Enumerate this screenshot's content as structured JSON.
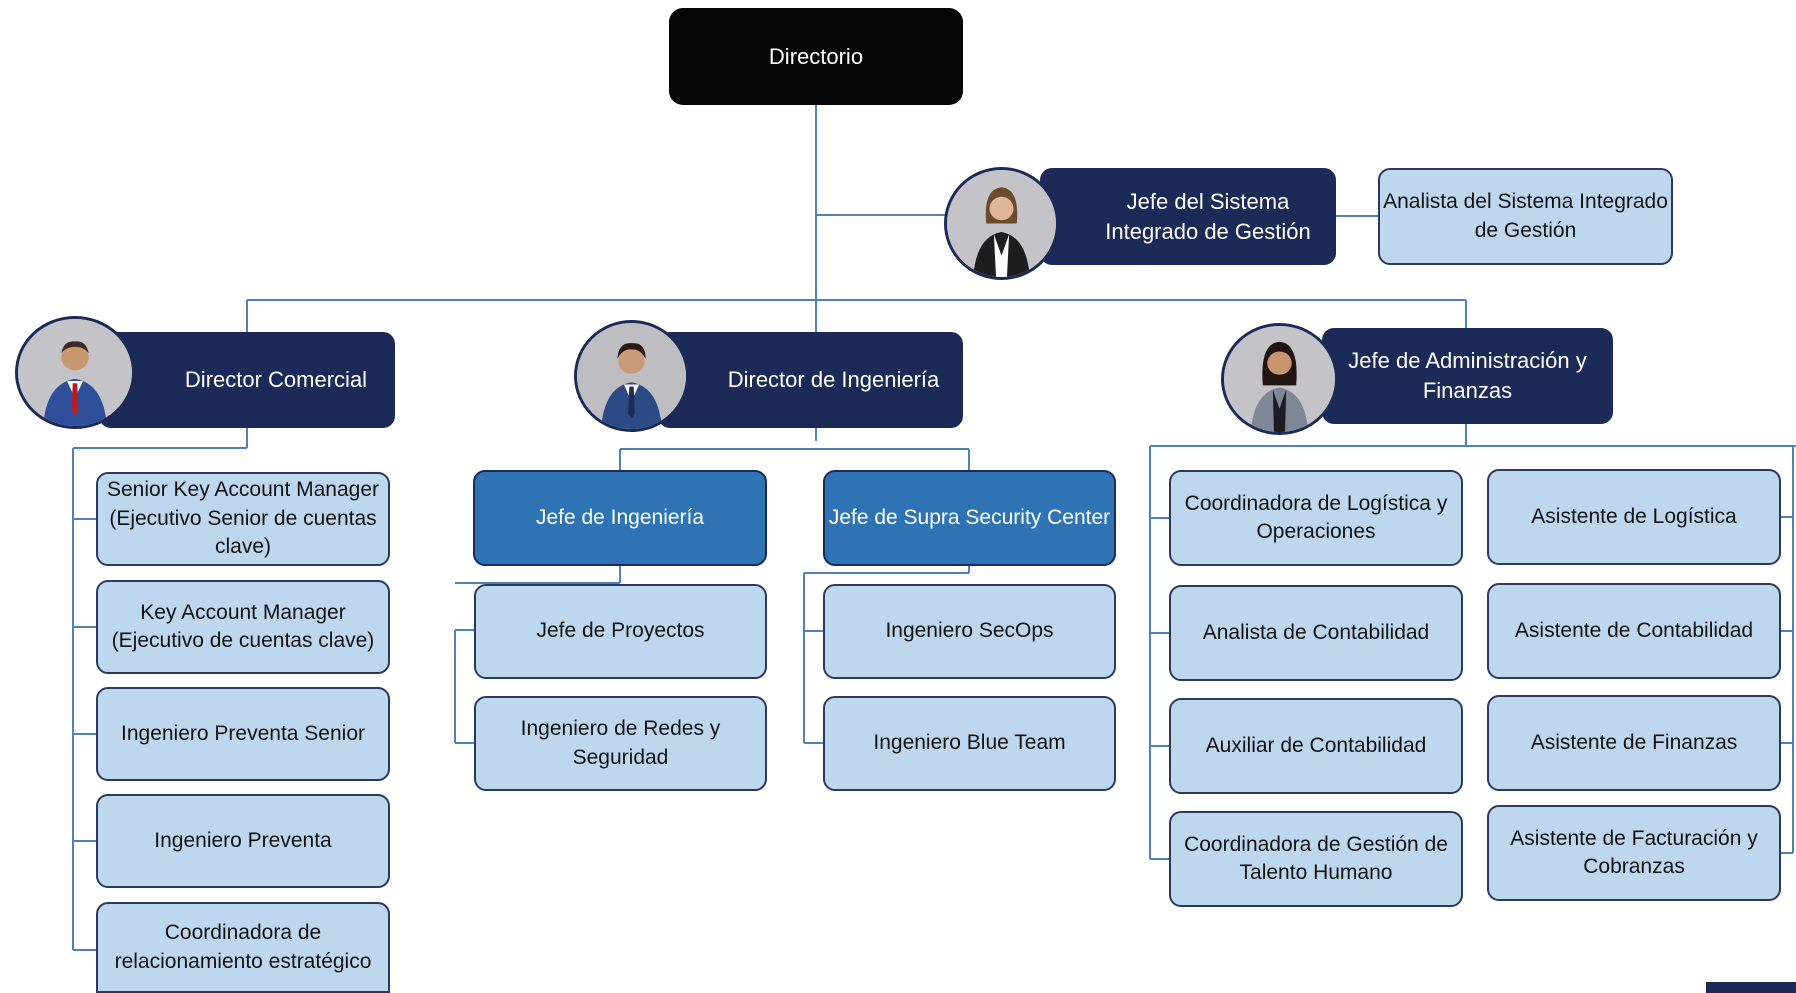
{
  "colors": {
    "connector": "#4f81bd",
    "top_box": "#050505",
    "manager_box": "#1b2a57",
    "lead_box": "#2e74b5",
    "staff_box": "#bdd7ee",
    "staff_border": "#2a3a5c"
  },
  "chart": {
    "root": "Directorio",
    "sig": {
      "head": "Jefe del Sistema Integrado de Gestión",
      "analyst": "Analista del Sistema Integrado de Gestión",
      "photo": "avatar-woman-vest"
    },
    "comercial": {
      "head": "Director Comercial",
      "photo": "avatar-man-suit-red-tie",
      "roles": [
        "Senior Key Account Manager (Ejecutivo Senior de cuentas clave)",
        "Key Account Manager (Ejecutivo de cuentas clave)",
        "Ingeniero Preventa Senior",
        "Ingeniero Preventa",
        "Coordinadora de relacionamiento estratégico"
      ]
    },
    "ingenieria": {
      "head": "Director de Ingeniería",
      "photo": "avatar-man-suit",
      "leads": [
        {
          "title": "Jefe de Ingeniería",
          "roles": [
            "Jefe de Proyectos",
            "Ingeniero de Redes y Seguridad"
          ]
        },
        {
          "title": "Jefe de Supra Security Center",
          "roles": [
            "Ingeniero SecOps",
            "Ingeniero Blue Team"
          ]
        }
      ]
    },
    "administracion": {
      "head": "Jefe de Administración y Finanzas",
      "photo": "avatar-woman-blazer",
      "left_roles": [
        "Coordinadora de Logística y Operaciones",
        "Analista de Contabilidad",
        "Auxiliar de Contabilidad",
        "Coordinadora de Gestión de Talento Humano"
      ],
      "right_roles": [
        "Asistente de Logística",
        "Asistente de Contabilidad",
        "Asistente de Finanzas",
        "Asistente de Facturación y Cobranzas"
      ]
    }
  }
}
